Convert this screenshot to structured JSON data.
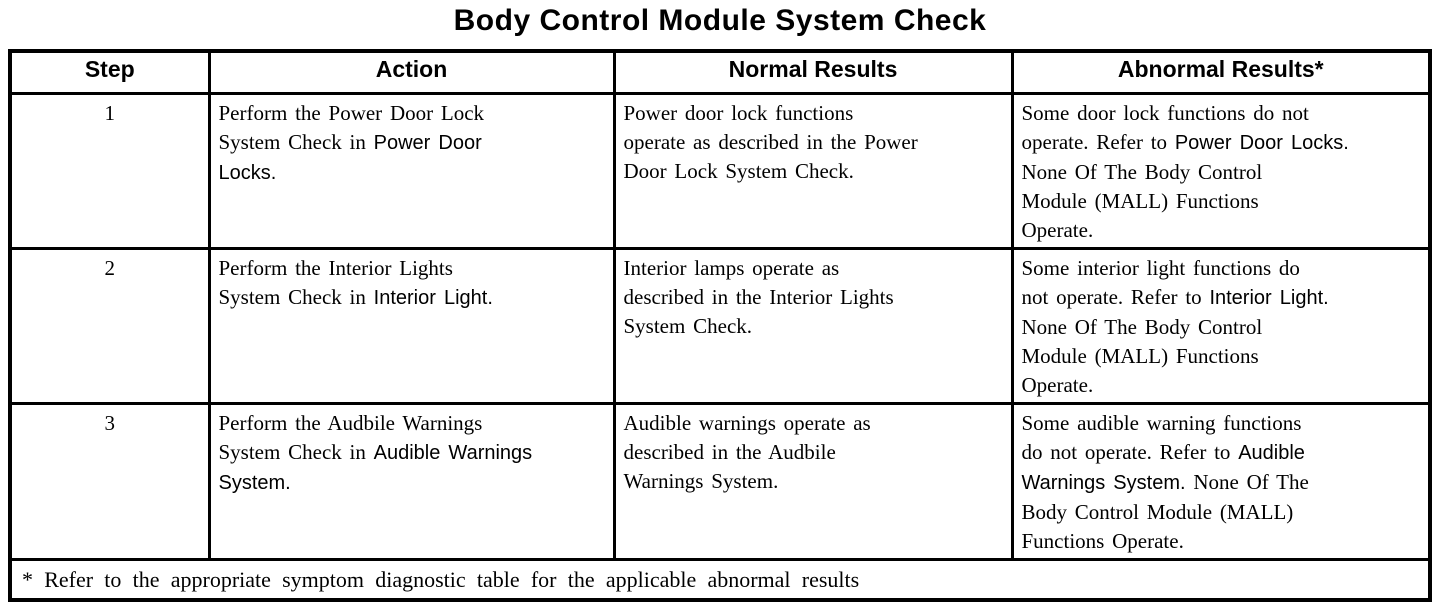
{
  "title": "Body Control Module System Check",
  "colors": {
    "ink": "#000000",
    "paper": "#ffffff"
  },
  "table": {
    "headers": [
      "Step",
      "Action",
      "Normal Results",
      "Abnormal Results*"
    ],
    "rows": [
      {
        "step": "1",
        "action": [
          {
            "t": "Perform the Power Door Lock\nSystem Check in ",
            "f": "serif"
          },
          {
            "t": "Power Door\nLocks.",
            "f": "sans"
          }
        ],
        "normal": [
          {
            "t": "Power door lock functions\noperate as described in the Power\nDoor Lock System Check.",
            "f": "serif"
          }
        ],
        "abnormal": [
          {
            "t": "Some door lock functions do not\noperate. Refer to ",
            "f": "serif"
          },
          {
            "t": "Power Door Locks.",
            "f": "sans"
          },
          {
            "t": "\nNone Of The Body Control\nModule (MALL) Functions\nOperate.",
            "f": "serif"
          }
        ]
      },
      {
        "step": "2",
        "action": [
          {
            "t": "Perform the Interior Lights\nSystem Check in ",
            "f": "serif"
          },
          {
            "t": "Interior Light.",
            "f": "sans"
          }
        ],
        "normal": [
          {
            "t": "Interior lamps operate as\ndescribed in the Interior Lights\nSystem Check.",
            "f": "serif"
          }
        ],
        "abnormal": [
          {
            "t": "Some interior light functions do\nnot operate. Refer to ",
            "f": "serif"
          },
          {
            "t": "Interior Light.",
            "f": "sans"
          },
          {
            "t": "\nNone Of The Body Control\nModule (MALL) Functions\nOperate.",
            "f": "serif"
          }
        ]
      },
      {
        "step": "3",
        "action": [
          {
            "t": "Perform the Audbile Warnings\nSystem Check in ",
            "f": "serif"
          },
          {
            "t": "Audible Warnings\nSystem.",
            "f": "sans"
          }
        ],
        "normal": [
          {
            "t": "Audible warnings operate as\ndescribed in the Audbile\nWarnings System.",
            "f": "serif"
          }
        ],
        "abnormal": [
          {
            "t": "Some audible warning functions\ndo not operate. Refer to ",
            "f": "serif"
          },
          {
            "t": "Audible\nWarnings System.",
            "f": "sans"
          },
          {
            "t": " None Of The\nBody Control Module (MALL)\nFunctions Operate.",
            "f": "serif"
          }
        ]
      }
    ],
    "footnote": "* Refer to the appropriate symptom diagnostic table for the applicable abnormal results"
  }
}
